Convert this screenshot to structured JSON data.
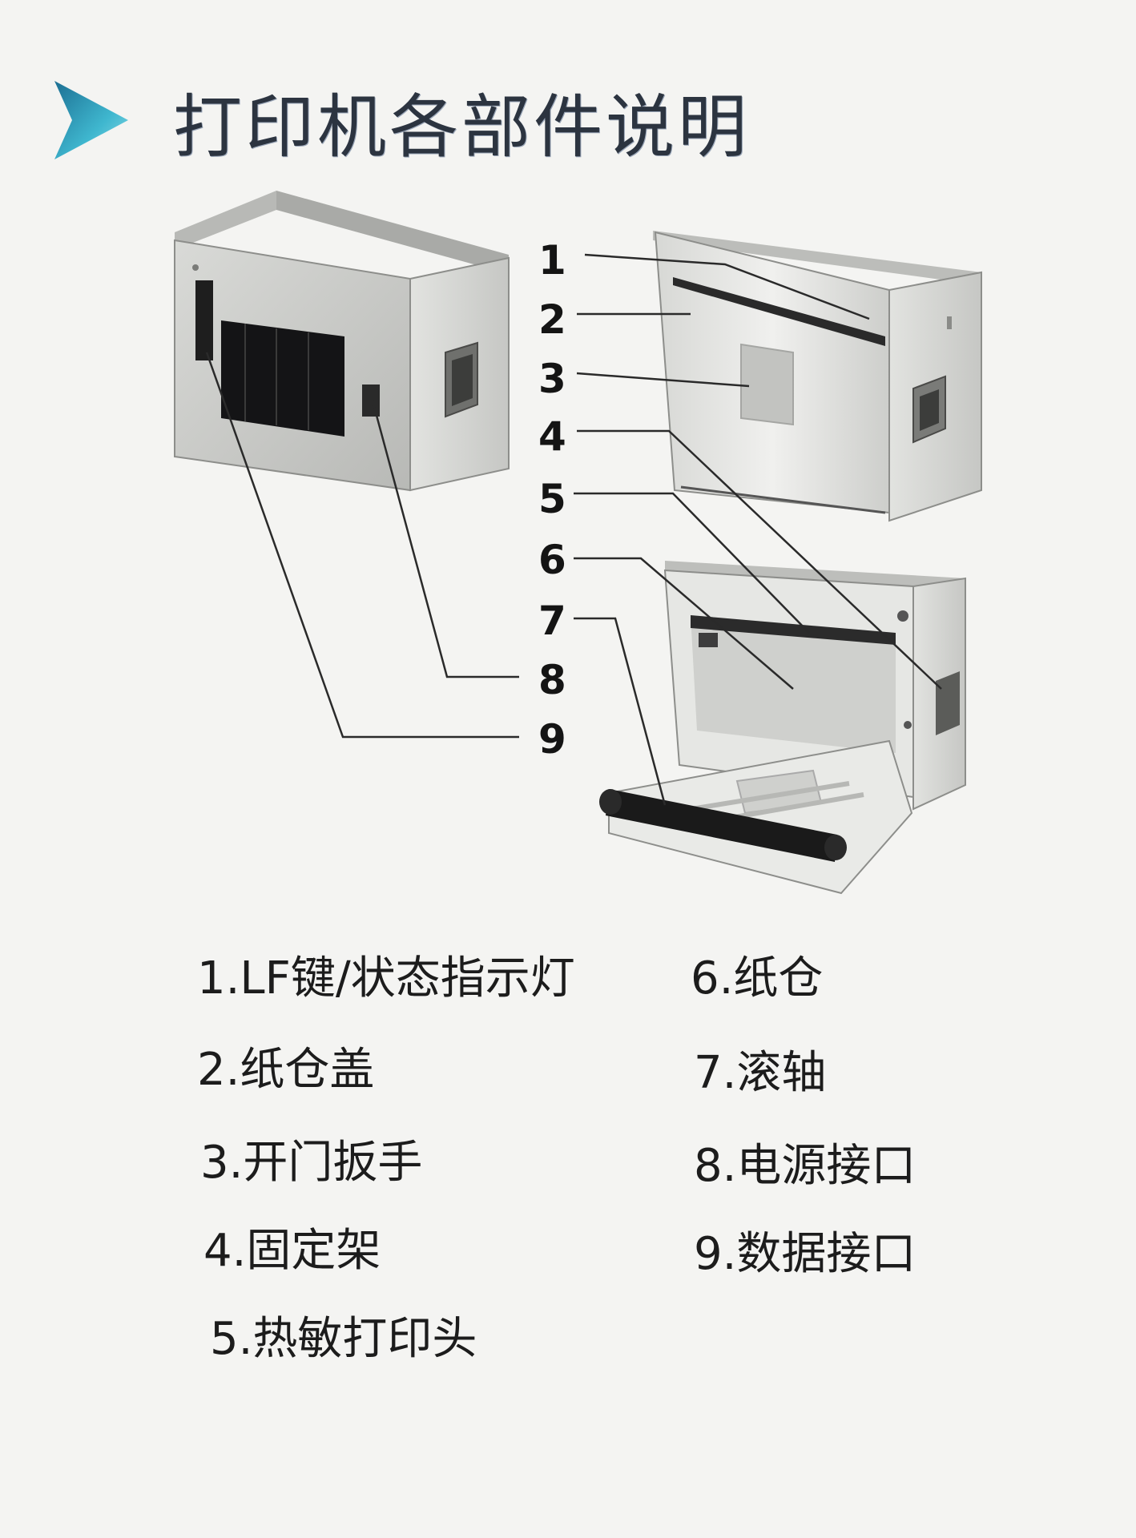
{
  "title": "打印机各部件说明",
  "callouts": [
    "1",
    "2",
    "3",
    "4",
    "5",
    "6",
    "7",
    "8",
    "9"
  ],
  "legend": [
    "1.LF键/状态指示灯",
    "2.纸仓盖",
    "3.开门扳手",
    "4.固定架",
    "5.热敏打印头",
    "6.纸仓",
    "7.滚轴",
    "8.电源接口",
    "9.数据接口"
  ],
  "colors": {
    "accent_arrow": "#3fb7cf",
    "title_text": "#2c3440",
    "device_body": "#cfd0cd",
    "background": "#f4f4f2"
  }
}
